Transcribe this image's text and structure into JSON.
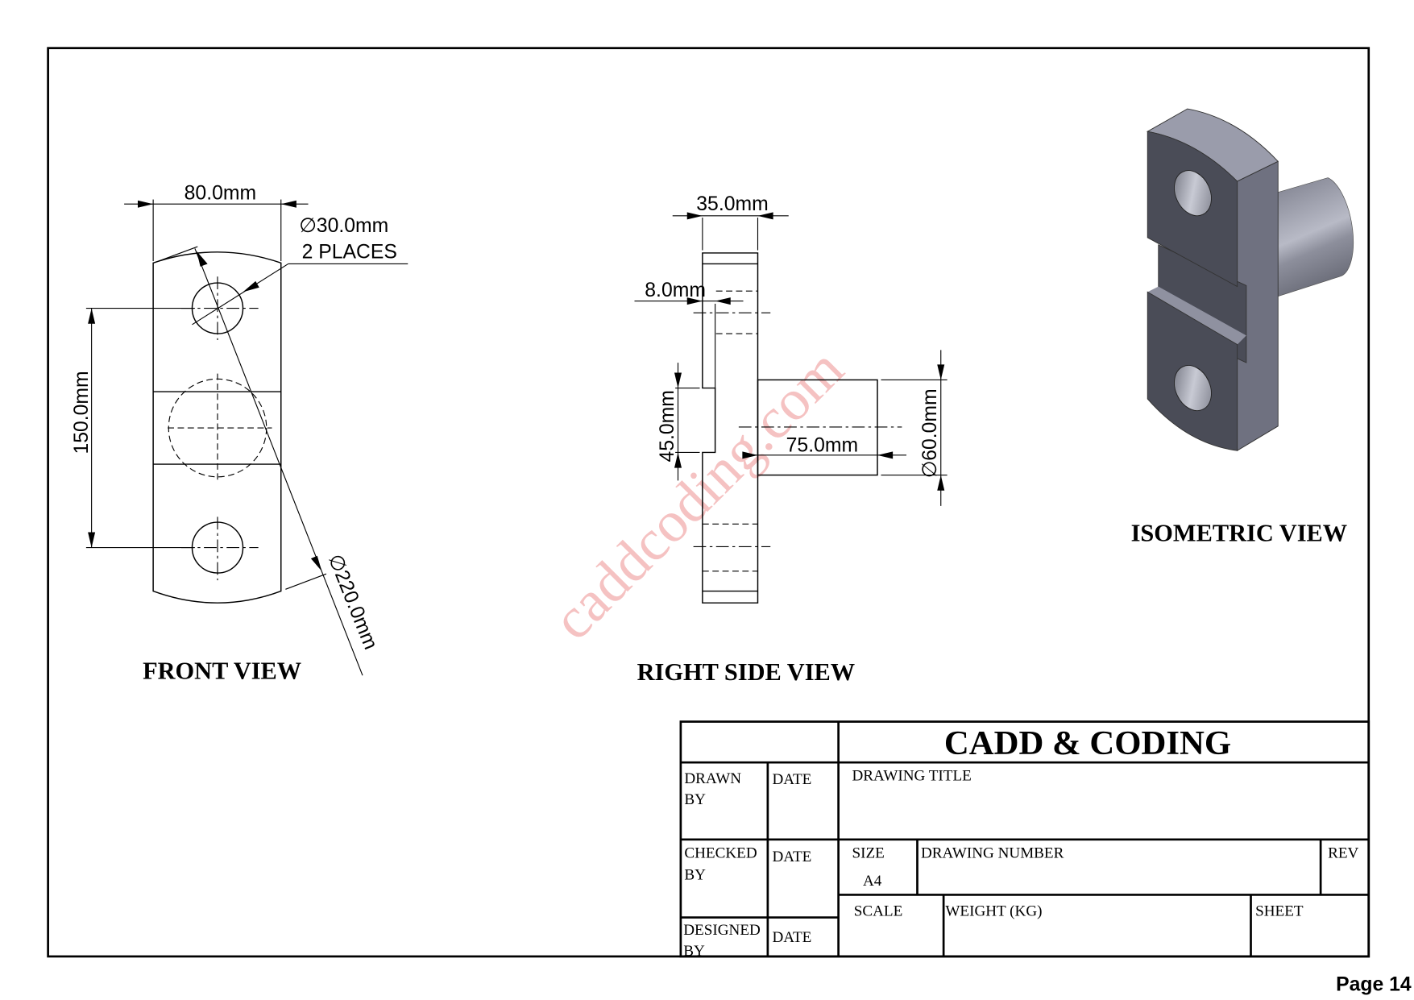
{
  "front_view": {
    "label": "FRONT VIEW",
    "dim_width": "80.0mm",
    "dim_hole": "∅30.0mm",
    "dim_hole_note": "2 PLACES",
    "dim_spacing": "150.0mm",
    "dim_radius": "∅220.0mm"
  },
  "side_view": {
    "label": "RIGHT SIDE VIEW",
    "dim_thickness": "35.0mm",
    "dim_step": "8.0mm",
    "dim_slot": "45.0mm",
    "dim_boss_length": "75.0mm",
    "dim_boss_dia": "∅60.0mm"
  },
  "iso_view": {
    "label": "ISOMETRIC VIEW"
  },
  "watermark": "caddcoding.com",
  "title_block": {
    "company": "CADD & CODING",
    "drawn_by": "DRAWN",
    "drawn_by_2": "BY",
    "checked_by": "CHECKED",
    "checked_by_2": "BY",
    "designed_by": "DESIGNED",
    "designed_by_2": "BY",
    "date_1": "DATE",
    "date_2": "DATE",
    "date_3": "DATE",
    "drawing_title": "DRAWING TITLE",
    "size_label": "SIZE",
    "size_value": "A4",
    "drawing_number": "DRAWING NUMBER",
    "rev": "REV",
    "scale": "SCALE",
    "weight": "WEIGHT (KG)",
    "sheet": "SHEET"
  },
  "page_label": "Page 14",
  "colors": {
    "watermark": "#ef9a9a",
    "part_face": "#4a4c57",
    "part_side": "#6f7180",
    "part_top": "#9a9cab"
  }
}
